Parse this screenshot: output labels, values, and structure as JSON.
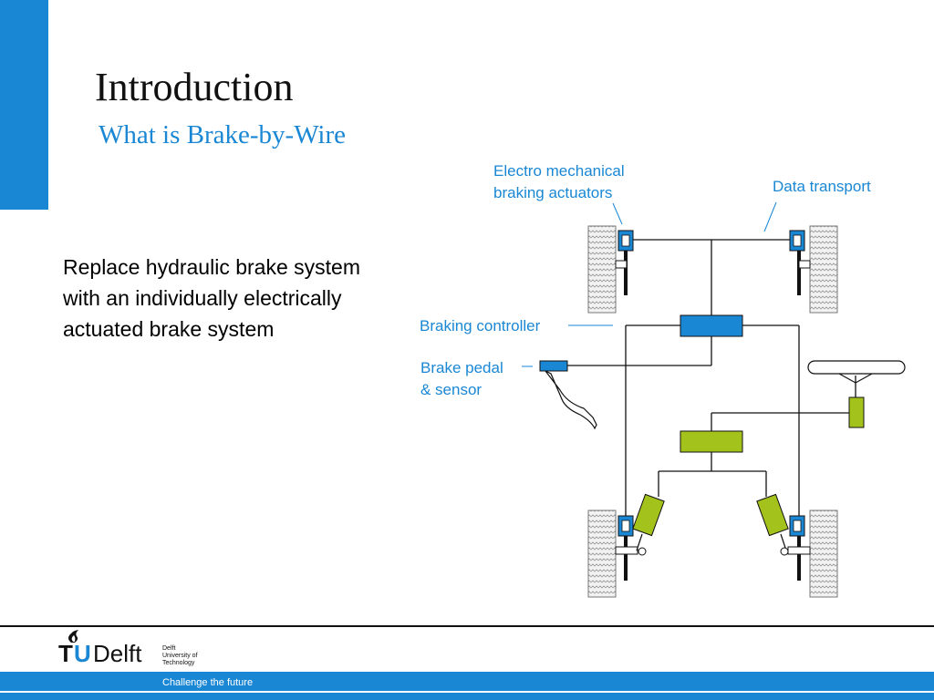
{
  "slide": {
    "title": "Introduction",
    "subtitle": "What is Brake-by-Wire",
    "body_lines": [
      "Replace hydraulic brake system",
      "with an individually electrically",
      "actuated brake system"
    ]
  },
  "diagram": {
    "labels": {
      "actuators": [
        "Electro mechanical",
        "braking actuators"
      ],
      "data_transport": "Data transport",
      "braking_controller": "Braking controller",
      "brake_pedal": [
        "Brake pedal",
        "& sensor"
      ]
    },
    "colors": {
      "accent": "#1a87d4",
      "steering_green": "#a4c21c",
      "wire": "#111111",
      "tire_fill": "#f2f2f2"
    }
  },
  "footer": {
    "logo": {
      "tu": "TU",
      "delft": "Delft",
      "flame_icon": "flame-icon"
    },
    "university": [
      "Delft",
      "University of",
      "Technology"
    ],
    "tagline": "Challenge the future"
  }
}
